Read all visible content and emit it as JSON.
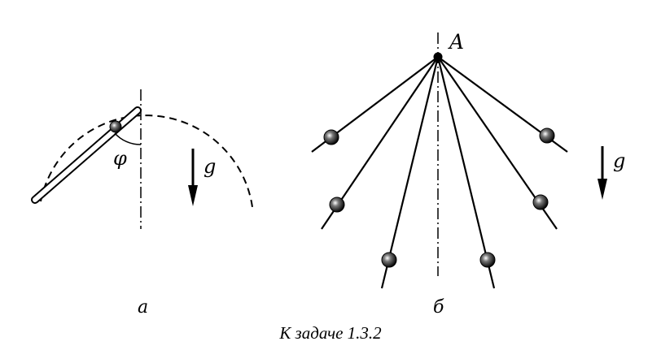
{
  "labels": {
    "phi": "φ",
    "g_left": "g",
    "g_right": "g",
    "point_A": "A",
    "sub_a": "а",
    "sub_b": "б"
  },
  "caption": "К задаче 1.3.2",
  "colors": {
    "ink": "#000000",
    "background": "#ffffff"
  }
}
